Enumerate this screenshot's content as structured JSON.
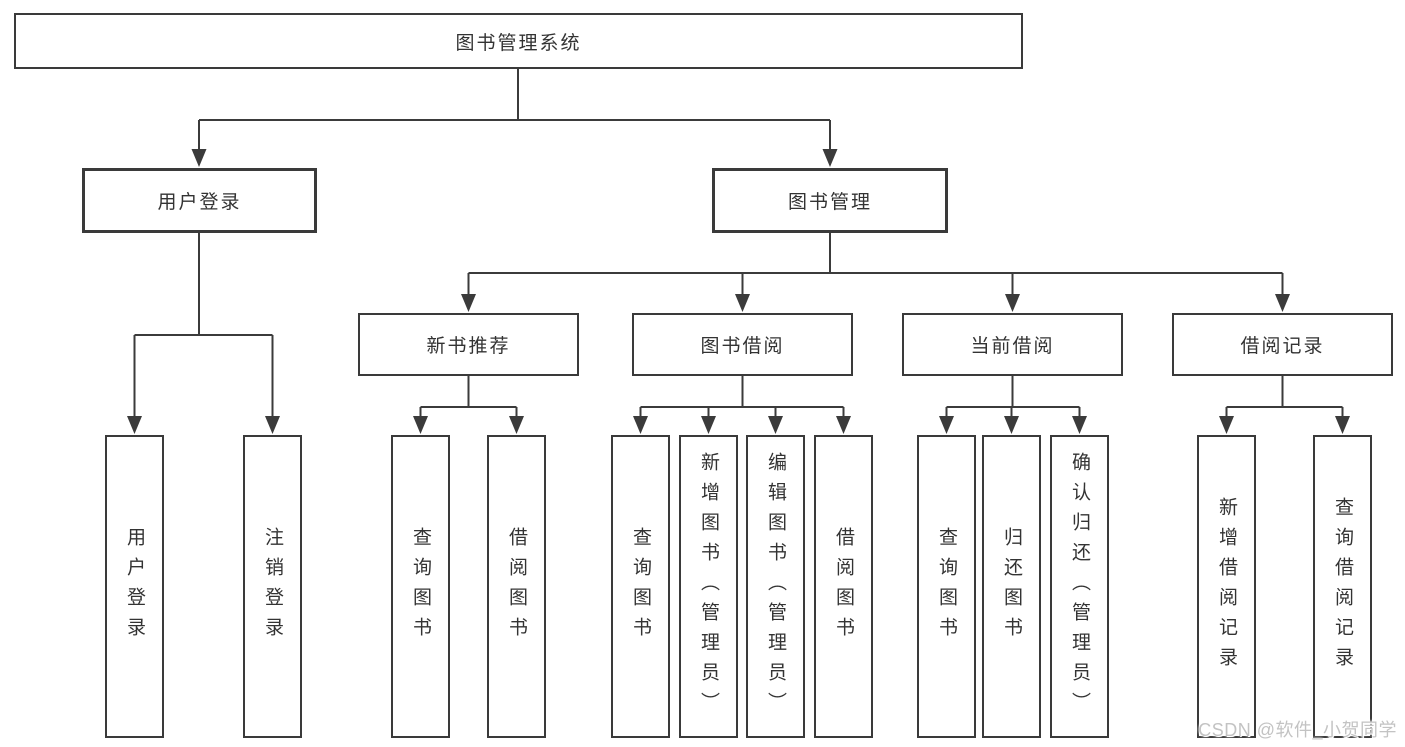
{
  "diagram_title": "图书管理系统",
  "colors": {
    "line": "#3b3b3b",
    "box_border": "#3a3a3a",
    "box_background": "#ffffff",
    "text": "#333333",
    "watermark": "#c3c3c3"
  },
  "tree": {
    "label": "图书管理系统",
    "children": [
      {
        "label": "用户登录",
        "children": [
          {
            "label": "用户登录"
          },
          {
            "label": "注销登录"
          }
        ]
      },
      {
        "label": "图书管理",
        "children": [
          {
            "label": "新书推荐",
            "children": [
              {
                "label": "查询图书"
              },
              {
                "label": "借阅图书"
              }
            ]
          },
          {
            "label": "图书借阅",
            "children": [
              {
                "label": "查询图书"
              },
              {
                "label": "新增图书（管理员）"
              },
              {
                "label": "编辑图书（管理员）"
              },
              {
                "label": "借阅图书"
              }
            ]
          },
          {
            "label": "当前借阅",
            "children": [
              {
                "label": "查询图书"
              },
              {
                "label": "归还图书"
              },
              {
                "label": "确认归还（管理员）"
              }
            ]
          },
          {
            "label": "借阅记录",
            "children": [
              {
                "label": "新增借阅记录"
              },
              {
                "label": "查询借阅记录"
              }
            ]
          }
        ]
      }
    ]
  },
  "watermark": "CSDN @软件_小贺同学"
}
